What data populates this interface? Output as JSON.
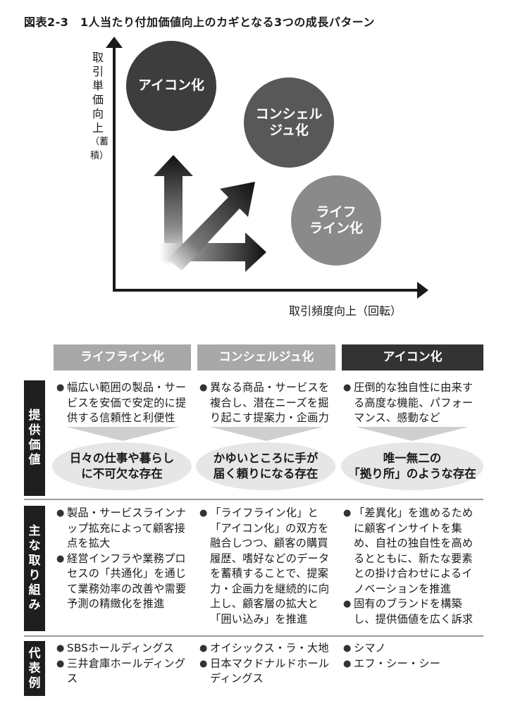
{
  "title": "図表2-3　1人当たり付加価値向上のカギとなる3つの成長パターン",
  "diagram": {
    "y_axis_label": [
      "取",
      "引",
      "単",
      "価",
      "向",
      "上",
      "（蓄",
      "積）"
    ],
    "x_axis_label": "取引頻度向上（回転）",
    "circles": [
      {
        "lines": [
          "アイコン化"
        ],
        "color": "#3d3d3d"
      },
      {
        "lines": [
          "コンシェル",
          "ジュ化"
        ],
        "color": "#585858"
      },
      {
        "lines": [
          "ライフ",
          "ライン化"
        ],
        "color": "#8a8a8a"
      }
    ]
  },
  "table": {
    "headers": [
      "ライフライン化",
      "コンシェルジュ化",
      "アイコン化"
    ],
    "rows": [
      {
        "label": [
          "提",
          "供",
          "価",
          "値"
        ],
        "cells": [
          [
            "幅広い範囲の製品・サービスを安価で安定的に提供する信頼性と利便性"
          ],
          [
            "異なる商品・サービスを複合し、潜在ニーズを掘り起こす提案力・企画力"
          ],
          [
            "圧倒的な独自性に由来する高度な機能、パフォーマンス、感動など"
          ]
        ],
        "summaries": [
          [
            "日々の仕事や暮らし",
            "に不可欠な存在"
          ],
          [
            "かゆいところに手が",
            "届く頼りになる存在"
          ],
          [
            "唯一無二の",
            "「拠り所」のような存在"
          ]
        ]
      },
      {
        "label": [
          "主",
          "な",
          "取",
          "り",
          "組",
          "み"
        ],
        "cells": [
          [
            "製品・サービスラインナップ拡充によって顧客接点を拡大",
            "経営インフラや業務プロセスの「共通化」を通じて業務効率の改善や需要予測の精緻化を推進"
          ],
          [
            "「ライフライン化」と「アイコン化」の双方を融合しつつ、顧客の購買履歴、嗜好などのデータを蓄積することで、提案力・企画力を継続的に向上し、顧客層の拡大と「囲い込み」を推進"
          ],
          [
            "「差異化」を進めるために顧客インサイトを集め、自社の独自性を高めるとともに、新たな要素との掛け合わせによるイノベーションを推進",
            "固有のブランドを構築し、提供価値を広く訴求"
          ]
        ]
      },
      {
        "label": [
          "代",
          "表",
          "例"
        ],
        "cells": [
          [
            "SBSホールディングス",
            "三井倉庫ホールディングス"
          ],
          [
            "オイシックス・ラ・大地",
            "日本マクドナルドホールディングス"
          ],
          [
            "シマノ",
            "エフ・シー・シー"
          ]
        ]
      }
    ]
  }
}
